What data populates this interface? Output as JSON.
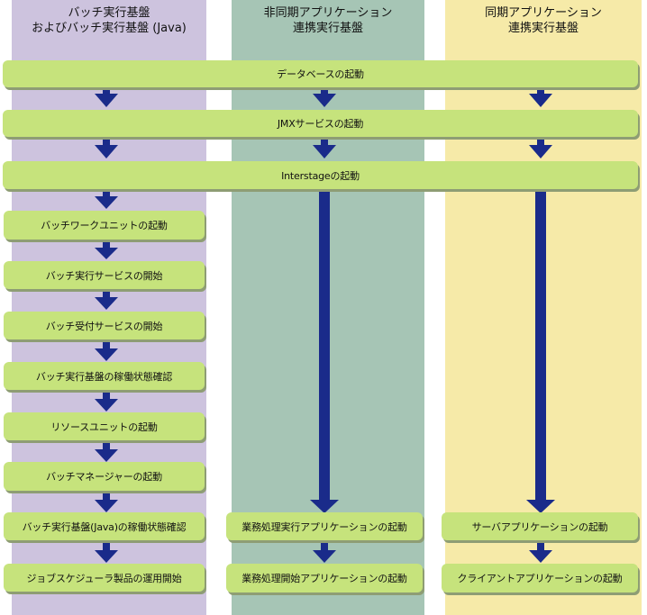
{
  "colors": {
    "col1_bg": "#cdc3de",
    "col2_bg": "#a6c5b5",
    "col3_bg": "#f6eaa8",
    "box_fill": "#c6e37c",
    "box_shadow": "#8e9d74",
    "arrow": "#1a2b8a"
  },
  "columns": [
    {
      "title": "バッチ実行基盤\nおよびバッチ実行基盤 (Java)"
    },
    {
      "title": "非同期アプリケーション\n連携実行基盤"
    },
    {
      "title": "同期アプリケーション\n連携実行基盤"
    }
  ],
  "shared_steps": [
    {
      "label": "データベースの起動"
    },
    {
      "label": "JMXサービスの起動"
    },
    {
      "label": "Interstageの起動"
    }
  ],
  "batch_steps": [
    {
      "label": "バッチワークユニットの起動"
    },
    {
      "label": "バッチ実行サービスの開始"
    },
    {
      "label": "バッチ受付サービスの開始"
    },
    {
      "label": "バッチ実行基盤の稼働状態確認"
    },
    {
      "label": "リソースユニットの起動"
    },
    {
      "label": "バッチマネージャーの起動"
    },
    {
      "label": "バッチ実行基盤(Java)の稼働状態確認"
    },
    {
      "label": "ジョブスケジューラ製品の運用開始"
    }
  ],
  "async_steps": [
    {
      "label": "業務処理実行アプリケーションの起動"
    },
    {
      "label": "業務処理開始アプリケーションの起動"
    }
  ],
  "sync_steps": [
    {
      "label": "サーバアプリケーションの起動"
    },
    {
      "label": "クライアントアプリケーションの起動"
    }
  ]
}
